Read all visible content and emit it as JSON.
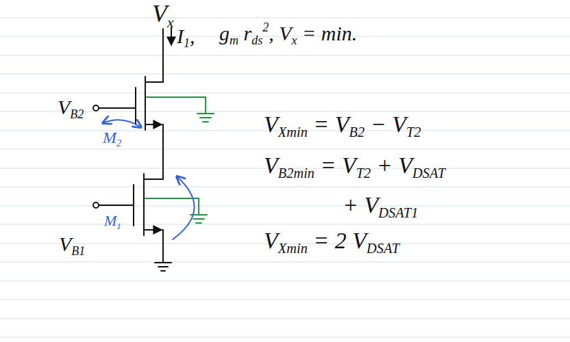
{
  "diagram": {
    "labels": [
      "Vx",
      "I1,",
      "gm rds2, Vx = min.",
      "VB2",
      "M2",
      "VB1",
      "M1",
      "VXmin = VB2 − VT2",
      "VB2min = VT2 + VDSAT",
      "+ VDSAT1",
      "VXmin = 2 VDSAT"
    ]
  }
}
